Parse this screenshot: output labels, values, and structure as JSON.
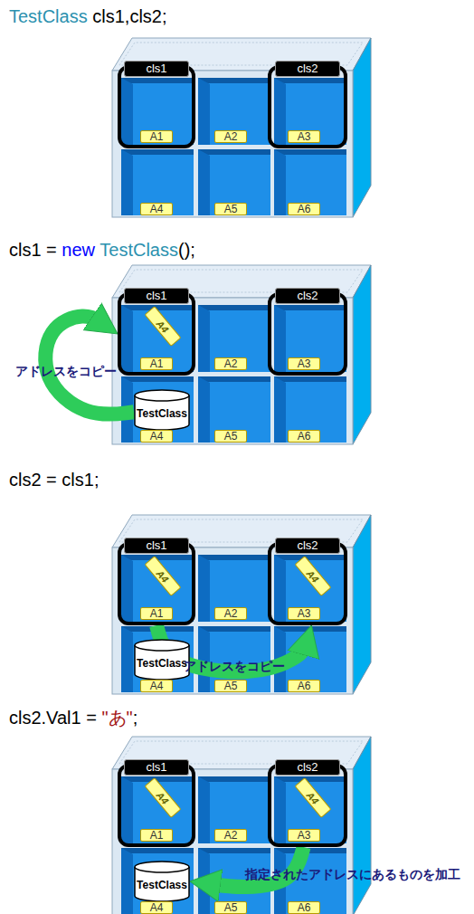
{
  "diagram": {
    "nodes": [
      {
        "text": [
          "cls1"
        ]
      },
      {
        "text": [
          "cls2"
        ]
      },
      {
        "text": [
          "A1"
        ],
        "in": 0
      },
      {
        "text": [
          "A2"
        ]
      },
      {
        "text": [
          "A3"
        ],
        "in": 1
      },
      {
        "text": [
          "A4"
        ]
      },
      {
        "text": [
          "A5"
        ]
      },
      {
        "text": [
          "A6"
        ]
      },
      {
        "text": [
          "cls1"
        ]
      },
      {
        "text": [
          "cls2"
        ]
      },
      {
        "text": [
          "A4"
        ],
        "in": 8
      },
      {
        "text": [
          "A1"
        ],
        "in": 8
      },
      {
        "text": [
          "A2"
        ]
      },
      {
        "text": [
          "A3"
        ],
        "in": 9
      },
      {
        "text": [
          "TestClass"
        ]
      },
      {
        "text": [
          "A4"
        ]
      },
      {
        "text": [
          "A5"
        ]
      },
      {
        "text": [
          "A6"
        ]
      },
      {
        "text": [
          "cls1"
        ]
      },
      {
        "text": [
          "cls2"
        ]
      },
      {
        "text": [
          "A4"
        ],
        "in": 18
      },
      {
        "text": [
          "A4"
        ],
        "in": 19
      },
      {
        "text": [
          "A1"
        ],
        "in": 18
      },
      {
        "text": [
          "A2"
        ]
      },
      {
        "text": [
          "A3"
        ],
        "in": 19
      },
      {
        "text": [
          "TestClass"
        ]
      },
      {
        "text": [
          "A4"
        ]
      },
      {
        "text": [
          "A5"
        ]
      },
      {
        "text": [
          "A6"
        ]
      },
      {
        "text": [
          "cls1"
        ]
      },
      {
        "text": [
          "cls2"
        ]
      },
      {
        "text": [
          "A4"
        ],
        "in": 29
      },
      {
        "text": [
          "A4"
        ],
        "in": 30
      },
      {
        "text": [
          "A1"
        ],
        "in": 29
      },
      {
        "text": [
          "A2"
        ]
      },
      {
        "text": [
          "A3"
        ],
        "in": 30
      },
      {
        "text": [
          "TestClass"
        ]
      },
      {
        "text": [
          "A4"
        ]
      },
      {
        "text": [
          "A5"
        ]
      },
      {
        "text": [
          "A6"
        ]
      }
    ],
    "edges": [
      {
        "from": 14,
        "to": 8,
        "arrow": "to",
        "label": "アドレスをコピー"
      },
      {
        "from": 18,
        "to": 19,
        "arrow": "to",
        "label": "アドレスをコピー"
      },
      {
        "from": 30,
        "to": 36,
        "arrow": "to",
        "label": "指定されたアドレスにあるものを加工"
      }
    ],
    "labels": [
      "TestClass cls1,cls2;",
      "cls1 = new TestClass();",
      "cls2 = cls1;",
      "cls2.Val1 = \"あ\";"
    ]
  }
}
